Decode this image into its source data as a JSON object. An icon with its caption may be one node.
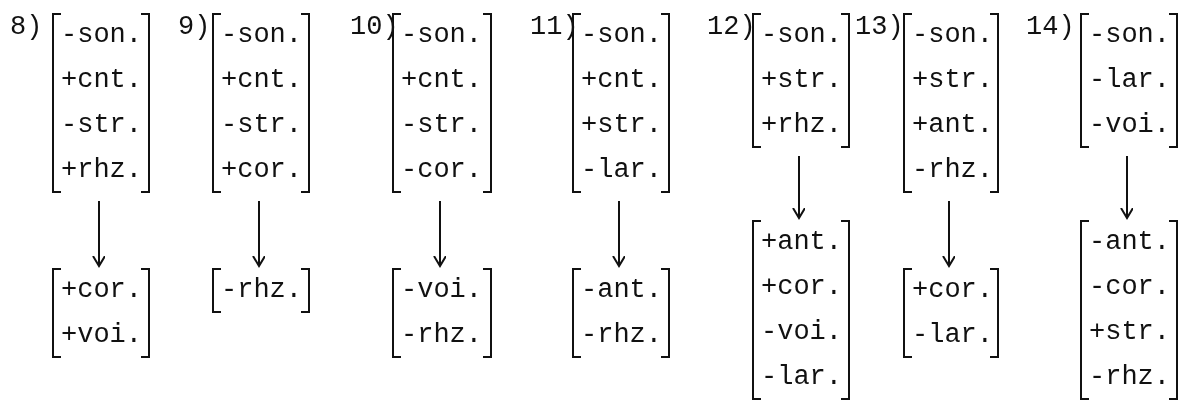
{
  "diagram": {
    "nodes": [
      {
        "text": [
          "-son.",
          "+cnt.",
          "-str.",
          "+rhz."
        ],
        "beside": [
          "8)"
        ]
      },
      {
        "text": [
          "+cor.",
          "+voi."
        ]
      },
      {
        "text": [
          "-son.",
          "+cnt.",
          "-str.",
          "+cor."
        ],
        "beside": [
          "9)"
        ]
      },
      {
        "text": [
          "-rhz."
        ]
      },
      {
        "text": [
          "-son.",
          "+cnt.",
          "-str.",
          "-cor."
        ],
        "beside": [
          "10)"
        ]
      },
      {
        "text": [
          "-voi.",
          "-rhz."
        ]
      },
      {
        "text": [
          "-son.",
          "+cnt.",
          "+str.",
          "-lar."
        ],
        "beside": [
          "11)"
        ]
      },
      {
        "text": [
          "-ant.",
          "-rhz."
        ]
      },
      {
        "text": [
          "-son.",
          "+str.",
          "+rhz."
        ],
        "beside": [
          "12)"
        ]
      },
      {
        "text": [
          "+ant.",
          "+cor.",
          "-voi.",
          "-lar."
        ]
      },
      {
        "text": [
          "-son.",
          "+str.",
          "+ant.",
          "-rhz."
        ],
        "beside": [
          "13)"
        ]
      },
      {
        "text": [
          "+cor.",
          "-lar."
        ]
      },
      {
        "text": [
          "-son.",
          "-lar.",
          "-voi."
        ],
        "beside": [
          "14)"
        ]
      },
      {
        "text": [
          "-ant.",
          "-cor.",
          "+str.",
          "-rhz."
        ]
      }
    ],
    "edges": [
      {
        "from": 0,
        "to": 1,
        "arrow": "to"
      },
      {
        "from": 2,
        "to": 3,
        "arrow": "to"
      },
      {
        "from": 4,
        "to": 5,
        "arrow": "to"
      },
      {
        "from": 6,
        "to": 7,
        "arrow": "to"
      },
      {
        "from": 8,
        "to": 9,
        "arrow": "to"
      },
      {
        "from": 10,
        "to": 11,
        "arrow": "to"
      },
      {
        "from": 12,
        "to": 13,
        "arrow": "to"
      }
    ]
  }
}
